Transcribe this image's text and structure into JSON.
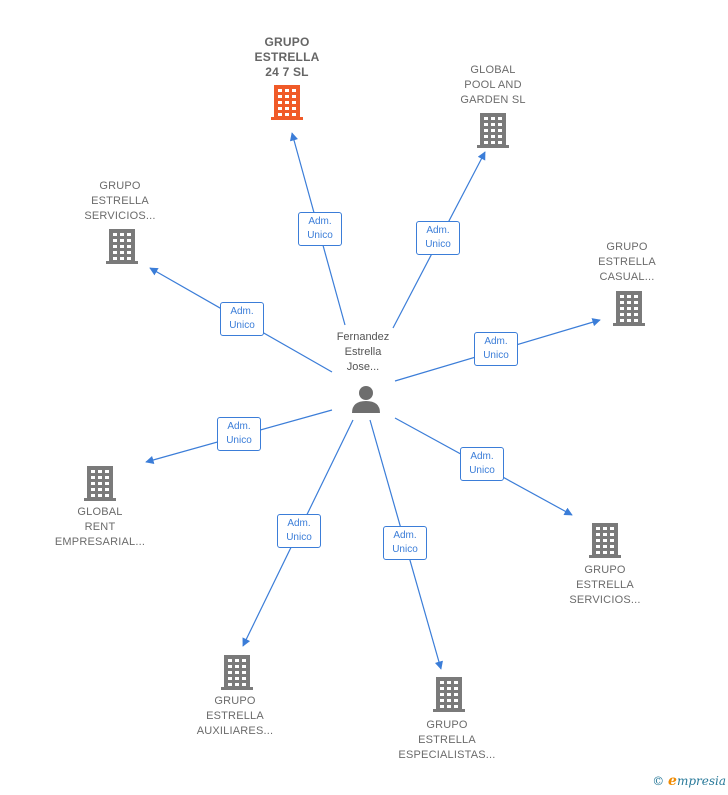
{
  "center": {
    "label": "Fernandez\nEstrella\nJose...",
    "icon": "person-icon"
  },
  "companies": [
    {
      "label": "GRUPO\nESTRELLA\n24 7  SL",
      "highlight": true,
      "relation": "Adm.\nUnico"
    },
    {
      "label": "GLOBAL\nPOOL AND\nGARDEN  SL",
      "highlight": false,
      "relation": "Adm.\nUnico"
    },
    {
      "label": "GRUPO\nESTRELLA\nSERVICIOS...",
      "highlight": false,
      "relation": "Adm.\nUnico"
    },
    {
      "label": "GRUPO\nESTRELLA\nCASUAL...",
      "highlight": false,
      "relation": "Adm.\nUnico"
    },
    {
      "label": "GLOBAL\nRENT\nEMPRESARIAL...",
      "highlight": false,
      "relation": "Adm.\nUnico"
    },
    {
      "label": "GRUPO\nESTRELLA\nSERVICIOS...",
      "highlight": false,
      "relation": "Adm.\nUnico"
    },
    {
      "label": "GRUPO\nESTRELLA\nAUXILIARES...",
      "highlight": false,
      "relation": "Adm.\nUnico"
    },
    {
      "label": "GRUPO\nESTRELLA\nESPECIALISTAS...",
      "highlight": false,
      "relation": "Adm.\nUnico"
    }
  ],
  "colors": {
    "edge": "#3b7dd8",
    "building": "#7a7a7a",
    "building_highlight": "#f05a28",
    "person": "#6e6e6e"
  },
  "credit": {
    "symbol": "©",
    "brand_initial": "e",
    "brand_rest": "mpresia"
  }
}
